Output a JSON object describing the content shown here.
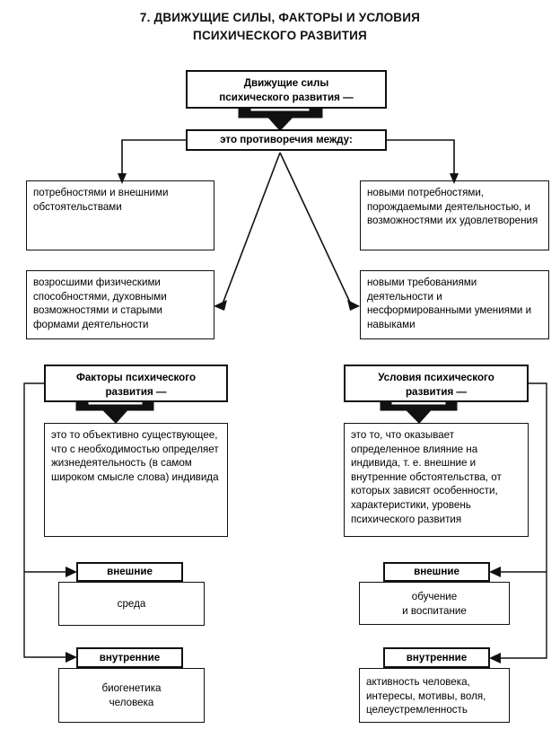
{
  "page": {
    "title_line1": "7. ДВИЖУЩИЕ СИЛЫ, ФАКТОРЫ И УСЛОВИЯ",
    "title_line2": "ПСИХИЧЕСКОГО РАЗВИТИЯ",
    "ink_color": "#111111",
    "background_color": "#ffffff"
  },
  "driving_forces": {
    "header": "Движущие силы\nпсихического развития —",
    "header_line1": "Движущие силы",
    "header_line2": "психического развития —",
    "connector": "это противоречия между:",
    "contradictions": [
      {
        "id": "left-top",
        "text": "потребностями и внешними обстоятельствами"
      },
      {
        "id": "right-top",
        "text": "новыми потребностями, порождаемыми деятельностью, и возможностями их удовлетворения"
      },
      {
        "id": "left-bottom",
        "text": "возросшими физическими способностями, духовными возможностями и старыми формами деятельности"
      },
      {
        "id": "right-bottom",
        "text": "новыми требованиями деятельности и несформированными умениями и навыками"
      }
    ]
  },
  "factors": {
    "header_line1": "Факторы психического",
    "header_line2": "развития —",
    "definition": "это то объективно существующее, что с необходимостью определяет жизнедеятельность (в самом широком смысле слова) индивида",
    "groups": [
      {
        "label": "внешние",
        "content_line1": "среда",
        "content_line2": ""
      },
      {
        "label": "внутренние",
        "content_line1": "биогенетика",
        "content_line2": "человека"
      }
    ]
  },
  "conditions": {
    "header_line1": "Условия психического",
    "header_line2": "развития —",
    "definition": "это то, что оказывает определенное влияние на индивида, т. е. внешние и внутренние обстоятельства, от которых зависят особенности, характеристики, уровень психического развития",
    "groups": [
      {
        "label": "внешние",
        "content_line1": "обучение",
        "content_line2": "и воспитание"
      },
      {
        "label": "внутренние",
        "content_line1": "активность человека, интересы, мотивы, воля, целеустремленность",
        "content_line2": ""
      }
    ]
  }
}
